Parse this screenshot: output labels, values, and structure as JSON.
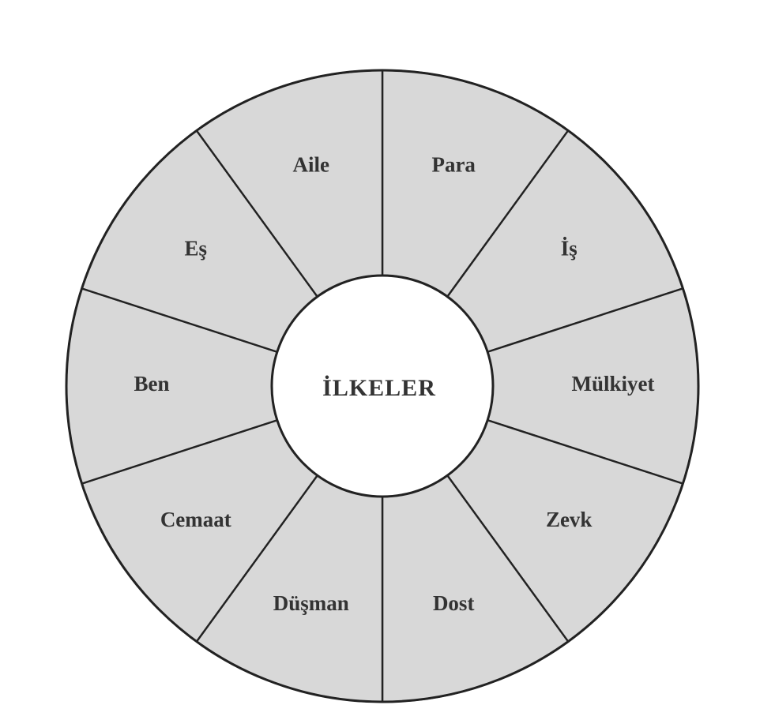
{
  "diagram": {
    "center_label": "İLKELER",
    "segments": [
      {
        "label": "Para"
      },
      {
        "label": "İş"
      },
      {
        "label": "Mülkiyet"
      },
      {
        "label": "Zevk"
      },
      {
        "label": "Dost"
      },
      {
        "label": "Düşman"
      },
      {
        "label": "Cemaat"
      },
      {
        "label": "Ben"
      },
      {
        "label": "Eş"
      },
      {
        "label": "Aile"
      }
    ],
    "colors": {
      "segment_fill": "#d8d8d8",
      "hub_fill": "#ffffff",
      "line": "#222222",
      "text": "#333333"
    }
  }
}
